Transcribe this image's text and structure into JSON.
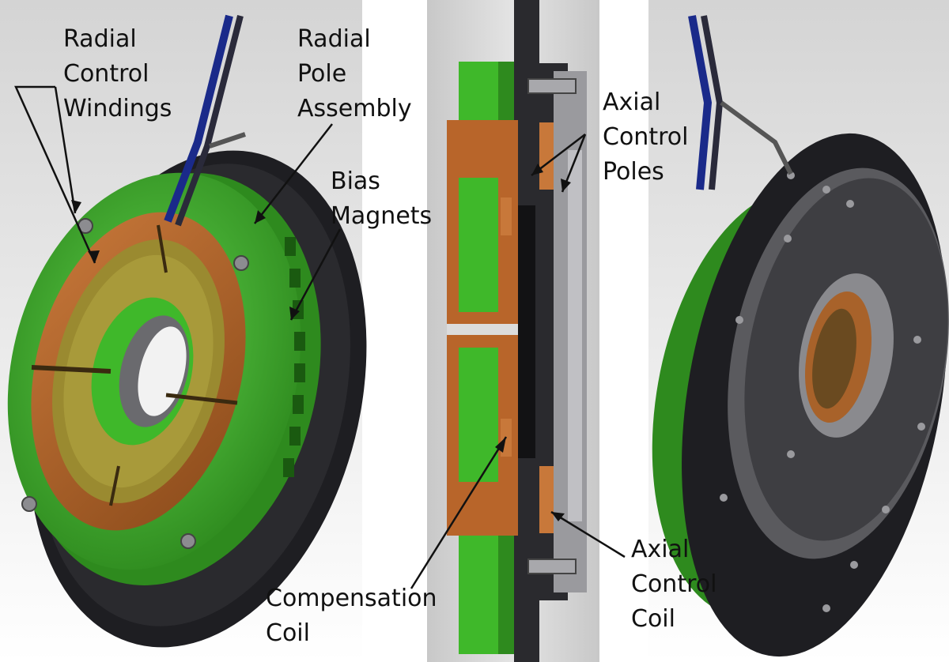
{
  "labels": {
    "radial_control_windings": "Radial\nControl\nWindings",
    "radial_pole_assembly": "Radial\nPole\nAssembly",
    "bias_magnets": "Bias\nMagnets",
    "axial_control_poles": "Axial\nControl\nPoles",
    "compensation_coil": "Compensation\nCoil",
    "axial_control_coil": "Axial\nControl\nCoil"
  },
  "colors": {
    "green": "#3fb82a",
    "green_dark": "#2e8a1e",
    "copper": "#b8652a",
    "copper_dark": "#7a3e14",
    "olive": "#8a8a2e",
    "black_frame": "#1e1e22",
    "grey_plate": "#5a5a5e"
  }
}
